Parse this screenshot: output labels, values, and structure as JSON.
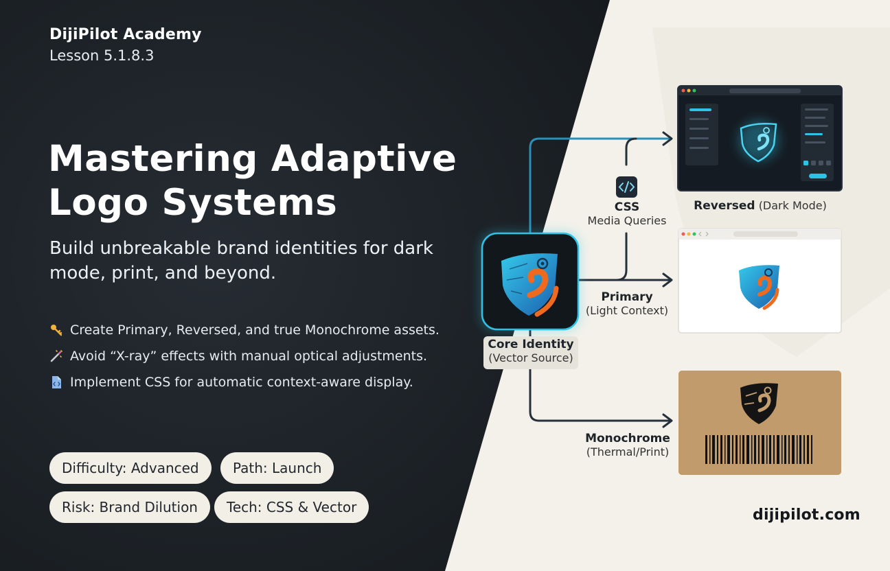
{
  "brand": {
    "name": "DijiPilot Academy",
    "lesson": "Lesson 5.1.8.3"
  },
  "hero": {
    "title_line1": "Mastering Adaptive",
    "title_line2": "Logo Systems",
    "subtitle": "Build unbreakable brand identities for dark mode, print, and beyond."
  },
  "bullets": [
    {
      "icon": "key-icon",
      "text": "Create Primary, Reversed, and true Monochrome assets."
    },
    {
      "icon": "magic-wand-icon",
      "text": "Avoid “X-ray” effects with manual optical adjustments."
    },
    {
      "icon": "code-file-icon",
      "text": "Implement CSS for automatic context-aware display."
    }
  ],
  "tags": {
    "difficulty": "Difficulty: Advanced",
    "path": "Path: Launch",
    "risk": "Risk: Brand Dilution",
    "tech": "Tech: CSS & Vector"
  },
  "diagram": {
    "core": {
      "title": "Core Identity",
      "sub": "(Vector Source)"
    },
    "css": {
      "title": "CSS",
      "sub": "Media Queries"
    },
    "reversed": {
      "title": "Reversed",
      "sub": "(Dark Mode)"
    },
    "primary": {
      "title": "Primary",
      "sub": "(Light Context)"
    },
    "mono": {
      "title": "Monochrome",
      "sub": "(Thermal/Print)"
    }
  },
  "footer": {
    "domain": "dijipilot.com"
  },
  "colors": {
    "dark_bg": "#1d2227",
    "light_bg": "#f3f1ea",
    "accent": "#2ec3e6",
    "orange": "#ef6a1f"
  }
}
